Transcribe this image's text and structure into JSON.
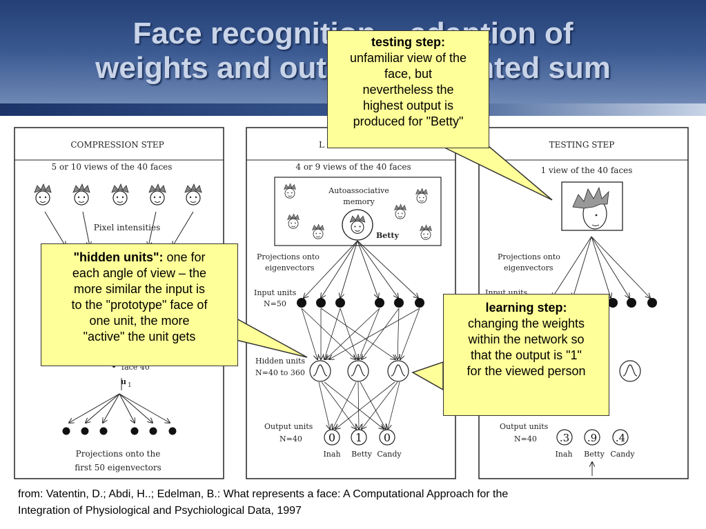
{
  "slide": {
    "title_line1": "Face recognition – adaption of",
    "title_line2": "weights and output = weighted sum"
  },
  "panels": {
    "compression": {
      "title": "COMPRESSION STEP",
      "subtitle": "5 or 10 views of the 40 faces",
      "pixel_label": "Pixel intensities",
      "unit_label": "u",
      "unit_index": "1",
      "face_item": "face 40",
      "bottom_label_line1": "Projections onto the",
      "bottom_label_line2": "first 50 eigenvectors"
    },
    "learning": {
      "title": "L",
      "subtitle": "4 or 9 views of the 40 faces",
      "memory_line1": "Autoassociative",
      "memory_line2": "memory",
      "memory_name": "Betty",
      "projections_line1": "Projections onto",
      "projections_line2": "eigenvectors",
      "input_line1": "Input units",
      "input_line2": "N=50",
      "hidden_line1": "Hidden units",
      "hidden_line2": "N=40 to 360",
      "output_line1": "Output units",
      "output_line2": "N=40",
      "outputs": [
        "0",
        "1",
        "0"
      ],
      "names": [
        "Inah",
        "Betty",
        "Candy"
      ]
    },
    "testing": {
      "title": "TESTING STEP",
      "subtitle": "1 view of the 40 faces",
      "projections_line1": "Projections onto",
      "projections_line2": "eigenvectors",
      "input_line1": "Input units",
      "output_line1": "Output units",
      "output_line2": "N=40",
      "outputs": [
        ".3",
        ".9",
        ".4"
      ],
      "names": [
        "Inah",
        "Betty",
        "Candy"
      ]
    }
  },
  "callouts": {
    "testing_bold": "testing step:",
    "testing_lines": [
      "unfamiliar view of the",
      "face, but",
      "nevertheless the",
      "highest output is",
      "produced for \"Betty\""
    ],
    "hidden_bold": "\"hidden units\":",
    "hidden_first": " one for",
    "hidden_lines": [
      "each angle of view – the",
      "more similar the input is",
      "to the \"prototype\" face of",
      "one unit, the more",
      "\"active\" the unit gets"
    ],
    "learning_bold": "learning step:",
    "learning_lines": [
      "changing the weights",
      "within the network so",
      "that the output is \"1\"",
      "for the viewed person"
    ]
  },
  "citation": {
    "line1": "from: Vatentin, D.; Abdi, H..; Edelman, B.: What represents a face: A Computational Approach for the",
    "line2": "Integration of Physiological and Psychiological Data, 1997"
  },
  "colors": {
    "callout_fill": "#ffff99",
    "header_dark": "#233f74",
    "title_text": "#c9d4e8"
  },
  "icons": {
    "face": "cartoon-face-icon",
    "hidden_unit": "gaussian-unit-icon"
  }
}
